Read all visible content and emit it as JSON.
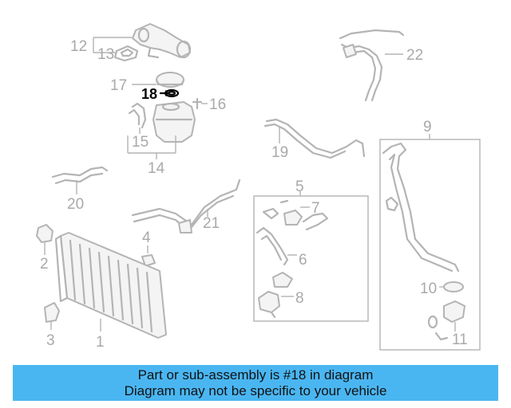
{
  "diagram": {
    "callouts": [
      "1",
      "2",
      "3",
      "4",
      "5",
      "6",
      "7",
      "8",
      "9",
      "10",
      "11",
      "12",
      "13",
      "14",
      "15",
      "16",
      "17",
      "18",
      "19",
      "20",
      "21",
      "22"
    ],
    "highlighted_callout": "18"
  },
  "banner": {
    "line1": "Part or sub-assembly is #18 in diagram",
    "line2": "Diagram may not be specific to your vehicle",
    "color": "#4ab6f1"
  }
}
